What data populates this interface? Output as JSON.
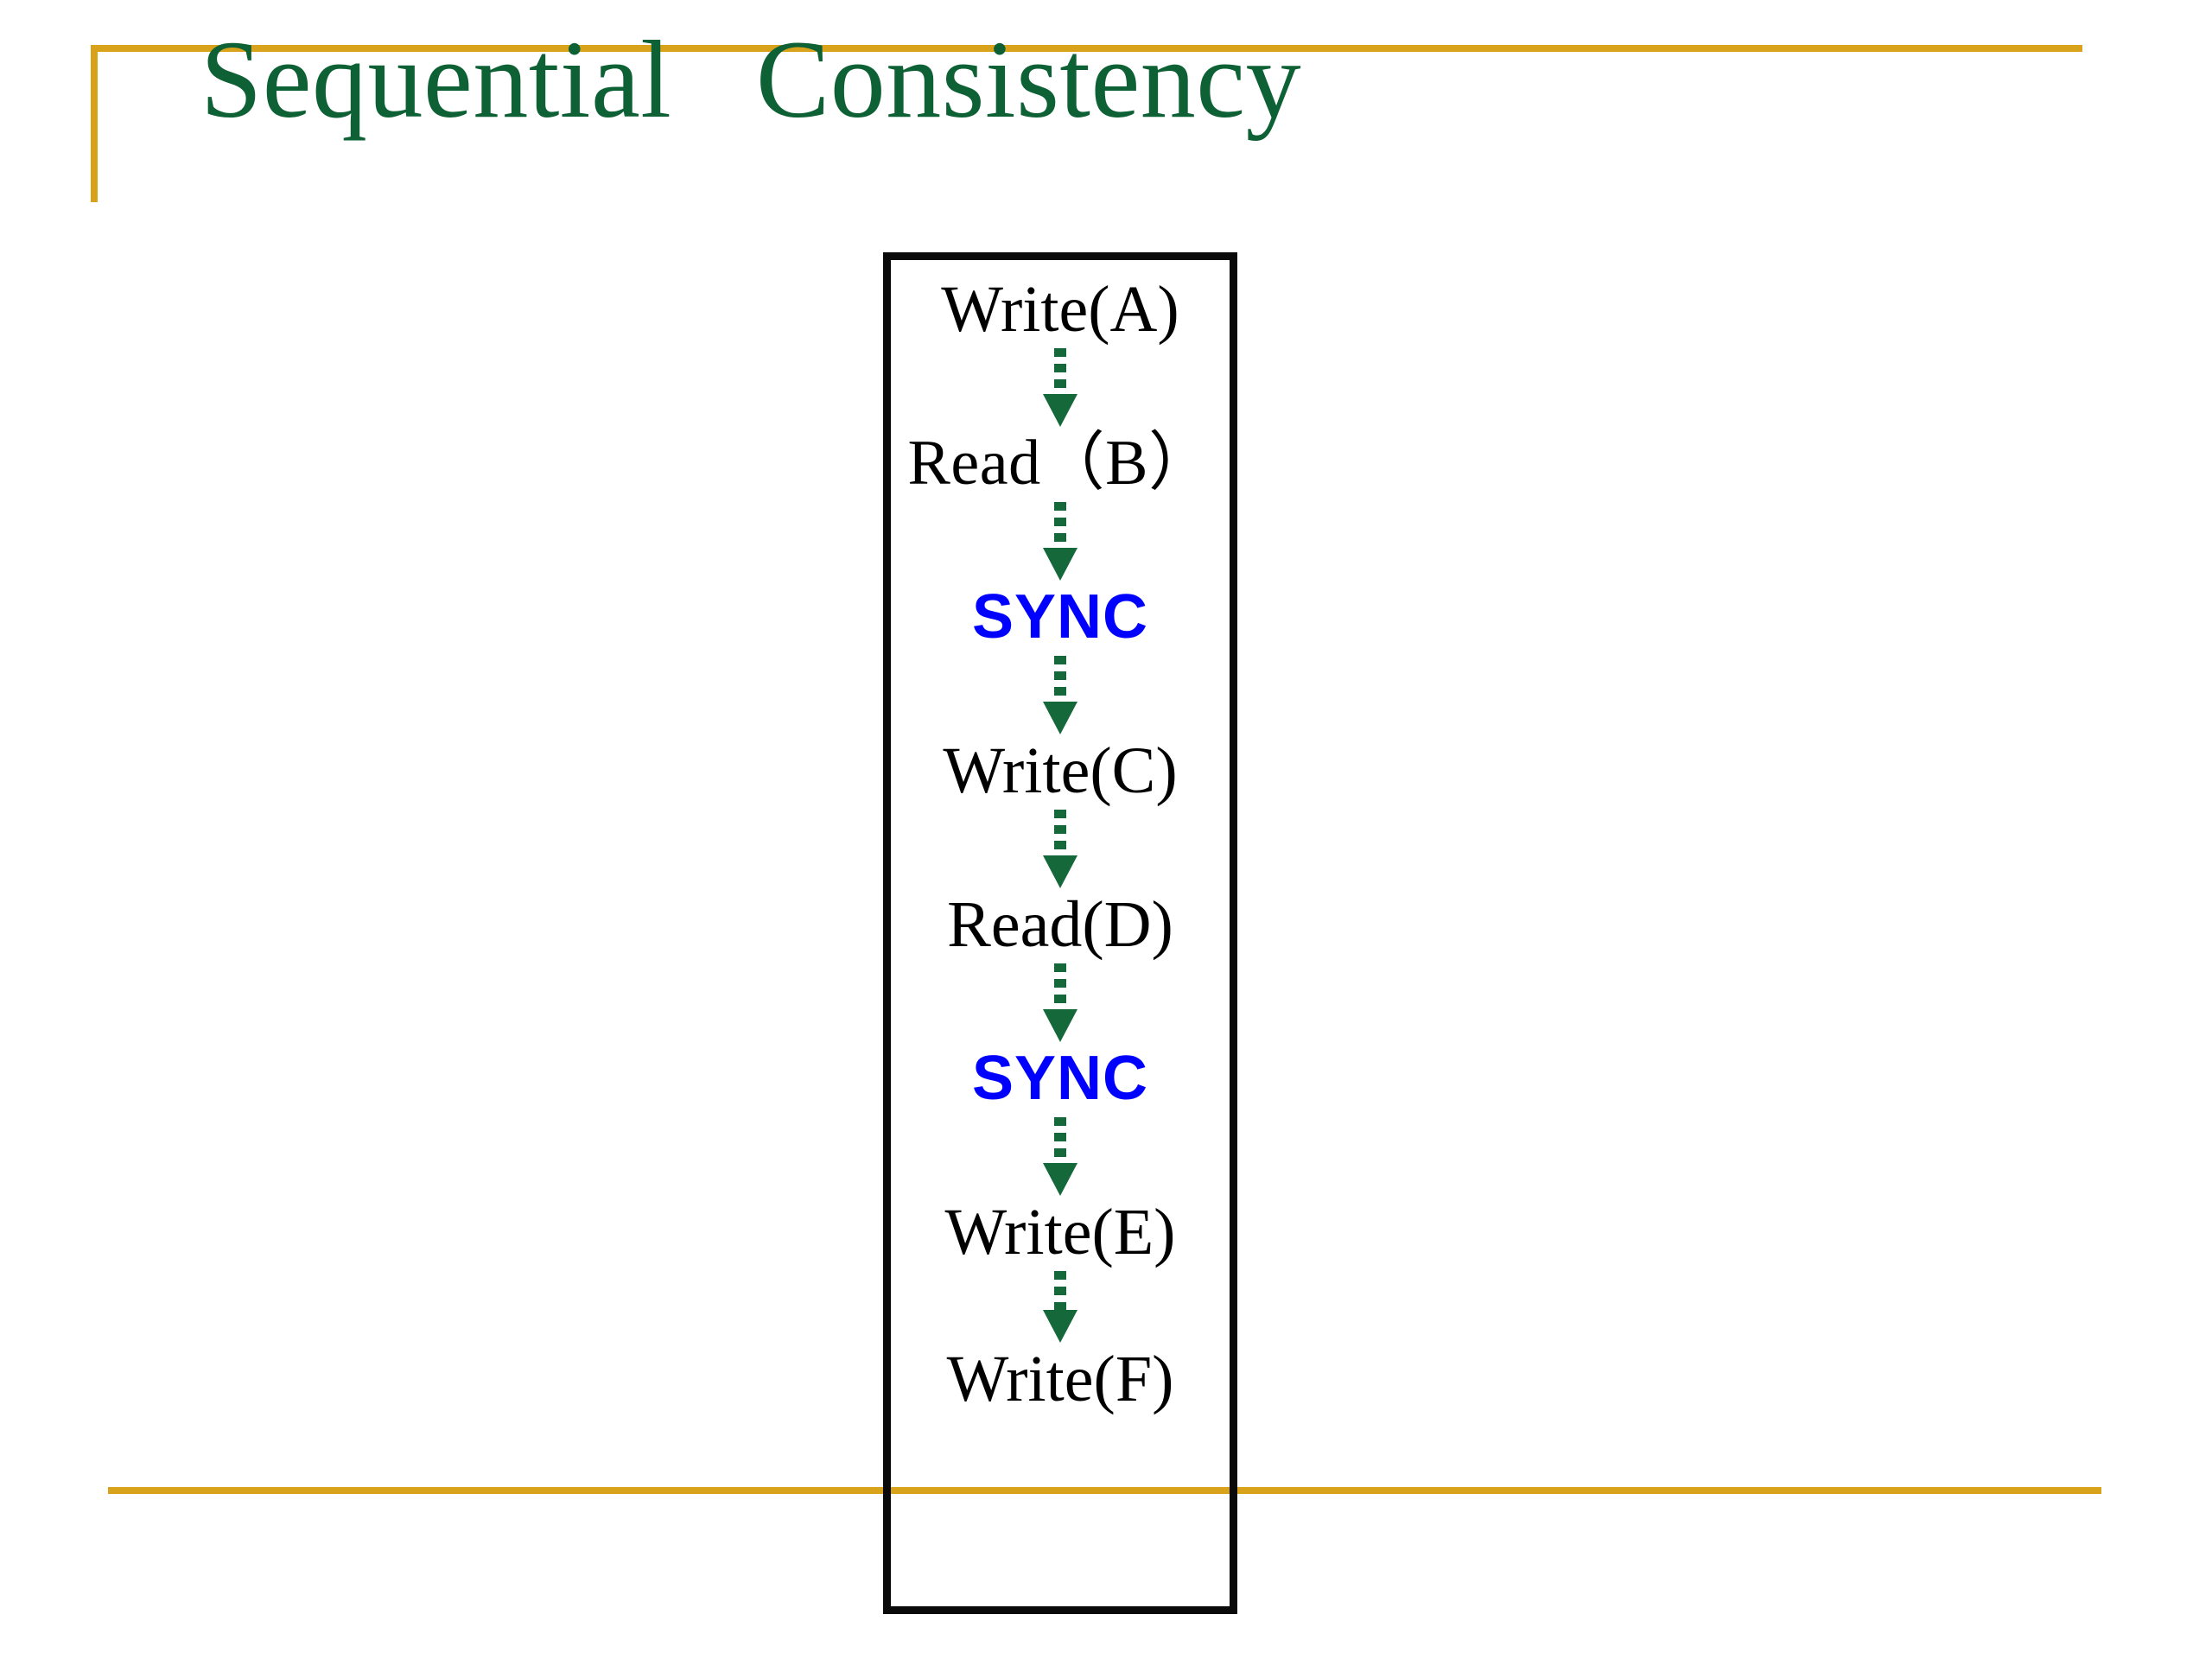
{
  "slide": {
    "title": "Sequential   Consistency",
    "background_color": "#ffffff",
    "title_color": "#0d6135",
    "accent_rule_color": "#d9a21b"
  },
  "decoration": {
    "top_rule_name": "gold-bracket-rule",
    "bottom_rule_name": "gold-footer-rule"
  },
  "diagram": {
    "name": "processor-program-order",
    "box_border_color": "#000000",
    "arrow_color": "#15683a",
    "sync_color": "#0000ff",
    "operation_color": "#000000",
    "sequence": [
      {
        "kind": "operation",
        "label": "Write(A)"
      },
      {
        "kind": "arrow",
        "label": "program-order-arrow"
      },
      {
        "kind": "operation",
        "label": "Read（B）"
      },
      {
        "kind": "arrow",
        "label": "program-order-arrow"
      },
      {
        "kind": "sync",
        "label": "SYNC"
      },
      {
        "kind": "arrow",
        "label": "program-order-arrow"
      },
      {
        "kind": "operation",
        "label": "Write(C)"
      },
      {
        "kind": "arrow",
        "label": "program-order-arrow"
      },
      {
        "kind": "operation",
        "label": "Read(D)"
      },
      {
        "kind": "arrow",
        "label": "program-order-arrow"
      },
      {
        "kind": "sync",
        "label": "SYNC"
      },
      {
        "kind": "arrow",
        "label": "program-order-arrow"
      },
      {
        "kind": "operation",
        "label": "Write(E)"
      },
      {
        "kind": "arrow",
        "label": "program-order-arrow"
      },
      {
        "kind": "operation",
        "label": "Write(F)"
      }
    ]
  }
}
